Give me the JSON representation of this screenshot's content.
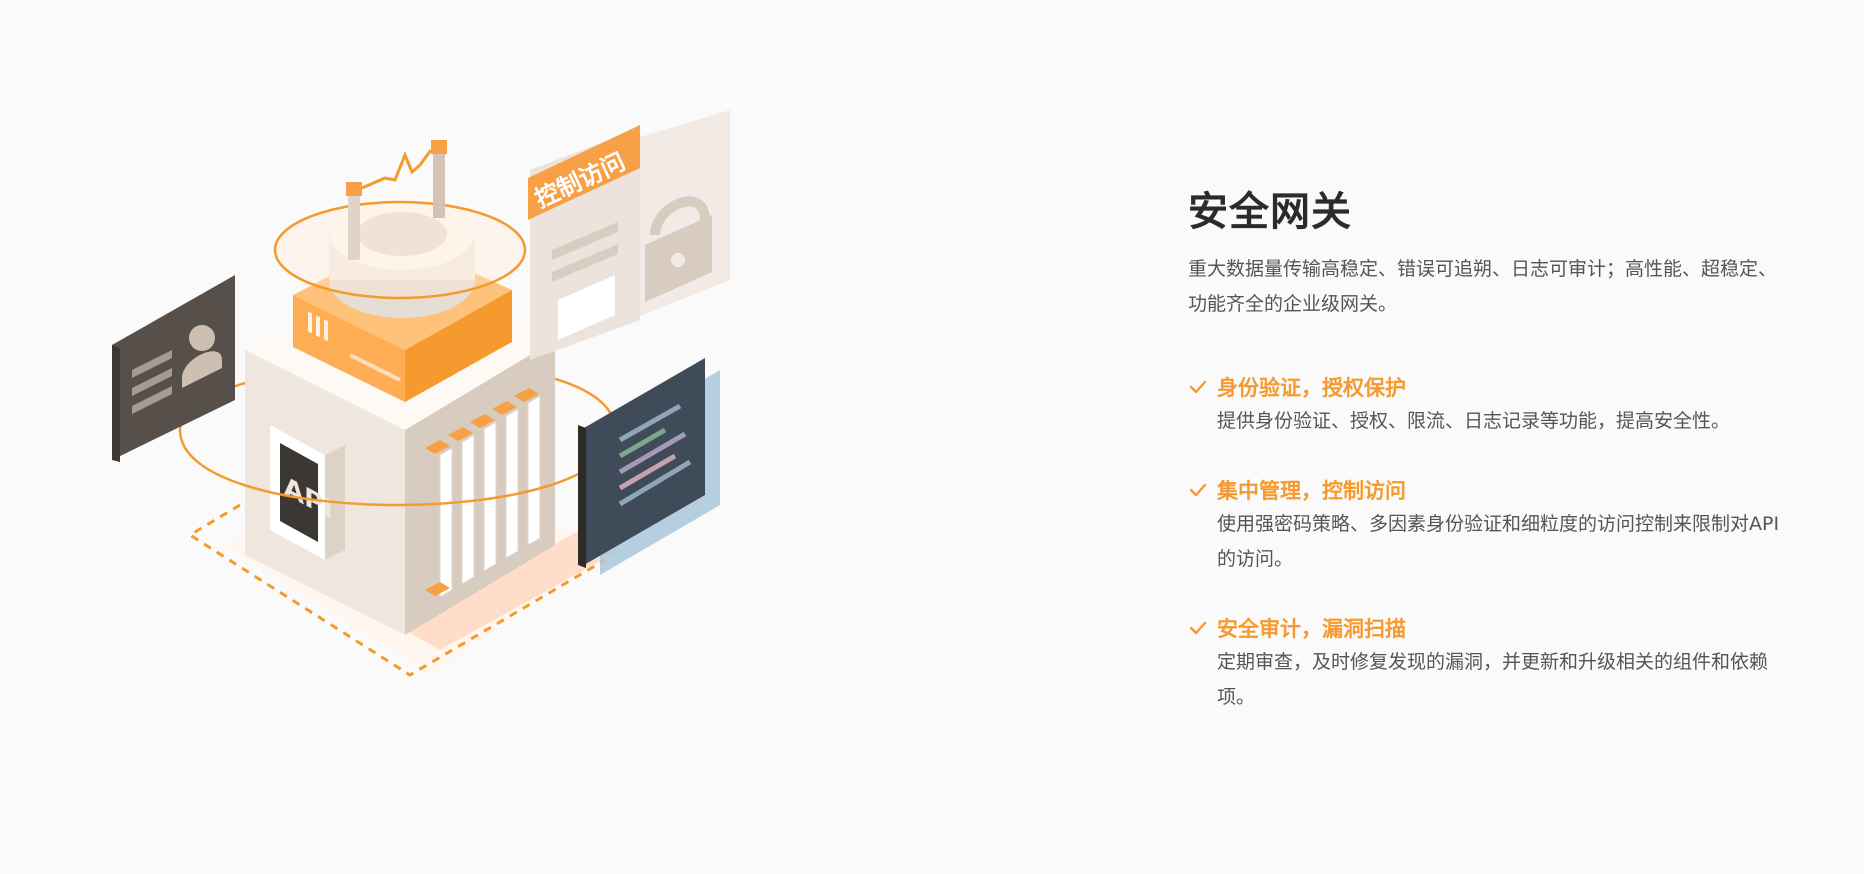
{
  "illustration": {
    "sign_text": "控制访问",
    "chip_text": "API",
    "colors": {
      "orange": "#f7a046",
      "orange_dark": "#e98a2e",
      "cream": "#efe6de",
      "dark_panel": "#57504a",
      "code_panel": "#3f4b58"
    }
  },
  "section": {
    "title": "安全网关",
    "description": "重大数据量传输高稳定、错误可追朔、日志可审计；高性能、超稳定、功能齐全的企业级网关。",
    "features": [
      {
        "icon": "check-icon",
        "title": "身份验证，授权保护",
        "description": "提供身份验证、授权、限流、日志记录等功能，提高安全性。"
      },
      {
        "icon": "check-icon",
        "title": "集中管理，控制访问",
        "description": "使用强密码策略、多因素身份验证和细粒度的访问控制来限制对API的访问。"
      },
      {
        "icon": "check-icon",
        "title": "安全审计，漏洞扫描",
        "description": "定期审查，及时修复发现的漏洞，并更新和升级相关的组件和依赖项。"
      }
    ],
    "accent_color": "#f59a2e"
  }
}
